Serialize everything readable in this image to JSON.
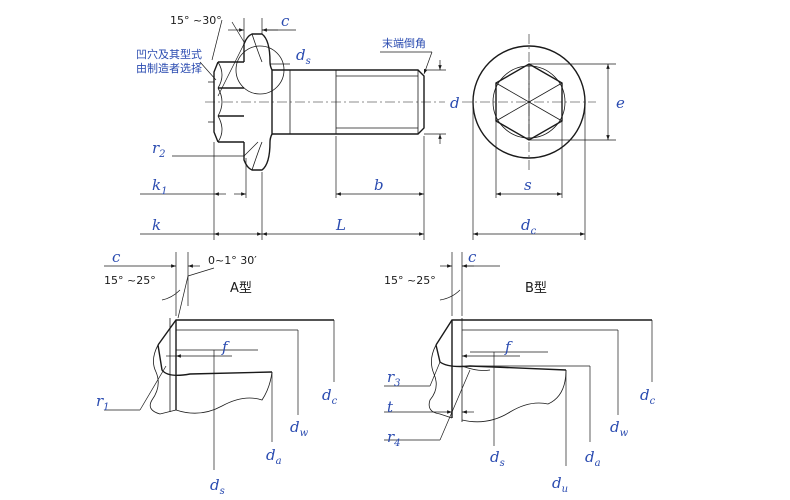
{
  "labels": {
    "c_top": "c",
    "ds_top": "d",
    "ds_top_sub": "s",
    "d": "d",
    "e": "e",
    "r2": "r",
    "r2_sub": "2",
    "k1": "k",
    "k1_sub": "1",
    "b": "b",
    "k": "k",
    "L": "L",
    "s": "s",
    "dc_top": "d",
    "dc_top_sub": "c",
    "c_a": "c",
    "f_a": "f",
    "r1": "r",
    "r1_sub": "1",
    "dc_a": "d",
    "dc_a_sub": "c",
    "dw_a": "d",
    "dw_a_sub": "w",
    "da_a": "d",
    "da_a_sub": "a",
    "ds_a": "d",
    "ds_a_sub": "s",
    "c_b": "c",
    "f_b": "f",
    "r3": "r",
    "r3_sub": "3",
    "t": "t",
    "r4": "r",
    "r4_sub": "4",
    "dc_b": "d",
    "dc_b_sub": "c",
    "dw_b": "d",
    "dw_b_sub": "w",
    "ds_b": "d",
    "ds_b_sub": "s",
    "da_b": "d",
    "da_b_sub": "a",
    "du_b": "d",
    "du_b_sub": "u"
  },
  "angles": {
    "top": "15° ~30°",
    "a_range": "15° ~25°",
    "a_small": "0~1° 30′",
    "b_range": "15° ~25°"
  },
  "notes": {
    "recess_line1": "凹穴及其型式",
    "recess_line2": "由制造者选择",
    "end_chamfer": "末端倒角"
  },
  "titles": {
    "type_a": "A型",
    "type_b": "B型"
  }
}
